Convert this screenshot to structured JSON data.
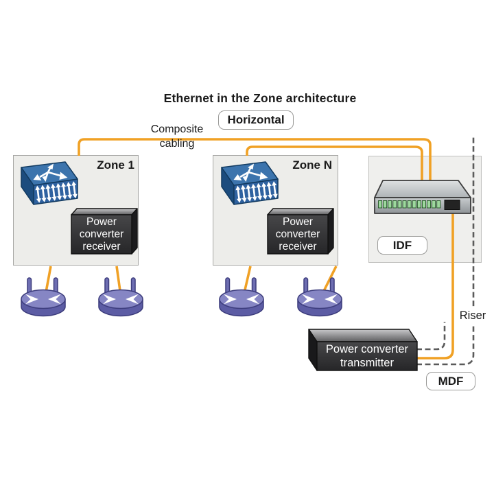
{
  "title": "Ethernet in the Zone architecture",
  "labels": {
    "horizontal": "Horizontal",
    "composite_line1": "Composite",
    "composite_line2": "cabling",
    "riser": "Riser",
    "idf": "IDF",
    "mdf": "MDF"
  },
  "zones": [
    {
      "label": "Zone 1",
      "icons": [
        "workgroup-switch-icon",
        "power-converter-receiver-box"
      ],
      "access_points": 2
    },
    {
      "label": "Zone N",
      "icons": [
        "workgroup-switch-icon",
        "power-converter-receiver-box"
      ],
      "access_points": 2
    }
  ],
  "devices": {
    "receiver": {
      "lines": [
        "Power",
        "converter",
        "receiver"
      ]
    },
    "transmitter": {
      "lines": [
        "Power converter",
        "transmitter"
      ]
    }
  },
  "icons": {
    "workgroup_switch": "blue 3D switch with branching arrows and row of double-headed arrows",
    "access_point": "purple cylinder with two antennas and inward white arrows",
    "rack_switch": "gray rack switch with green ports",
    "composite_cable": "orange solid line",
    "riser_path": "gray dashed line"
  },
  "colors": {
    "cable": "#F0A125",
    "dashed_line": "#5A5A5A",
    "zone_panel_fill": "#EDEDEA",
    "panel_border": "#A6A6A4",
    "switch_blue_top": "#3C74AD",
    "switch_blue_front": "#2F62A0",
    "ap_purple": "#5C5CA4",
    "converter_front": "#2E2E30",
    "rack_switch_gray": "#B4B8BB",
    "port_green": "#9ED89E",
    "text_dark": "#1A1A1A"
  }
}
